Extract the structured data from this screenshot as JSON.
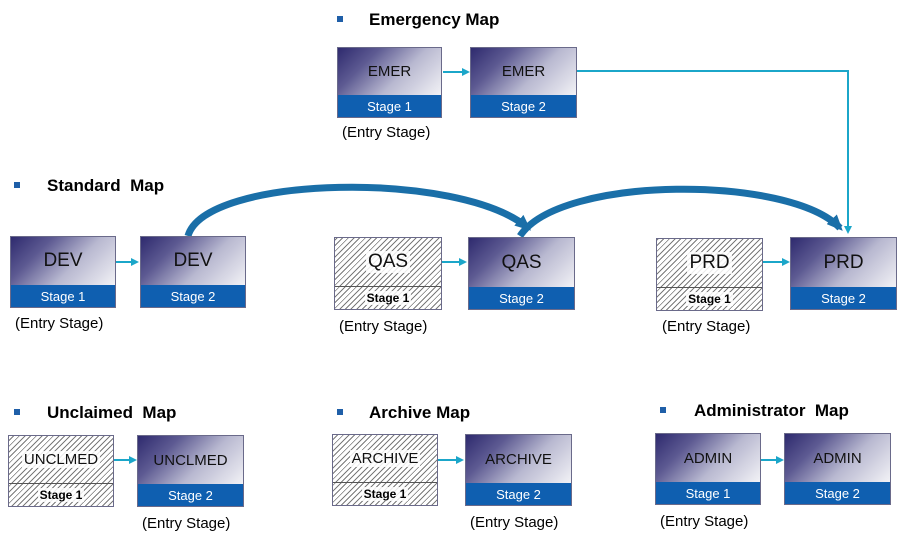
{
  "colors": {
    "arrow": "#1ba6c9",
    "stage_bar": "#0f5fb0"
  },
  "maps": {
    "emergency": {
      "title": "Emergency Map",
      "box1": {
        "system": "EMER",
        "stage": "Stage 1"
      },
      "box2": {
        "system": "EMER",
        "stage": "Stage 2"
      },
      "entry": "(Entry Stage)"
    },
    "standard": {
      "title": "Standard  Map",
      "dev1": {
        "system": "DEV",
        "stage": "Stage 1"
      },
      "dev2": {
        "system": "DEV",
        "stage": "Stage 2"
      },
      "dev_entry": "(Entry Stage)",
      "qas1": {
        "system": "QAS",
        "stage": "Stage 1"
      },
      "qas2": {
        "system": "QAS",
        "stage": "Stage 2"
      },
      "qas_entry": "(Entry Stage)",
      "prd1": {
        "system": "PRD",
        "stage": "Stage 1"
      },
      "prd2": {
        "system": "PRD",
        "stage": "Stage 2"
      },
      "prd_entry": "(Entry Stage)"
    },
    "unclaimed": {
      "title": "Unclaimed  Map",
      "box1": {
        "system": "UNCLMED",
        "stage": "Stage 1"
      },
      "box2": {
        "system": "UNCLMED",
        "stage": "Stage 2"
      },
      "entry": "(Entry Stage)"
    },
    "archive": {
      "title": "Archive Map",
      "box1": {
        "system": "ARCHIVE",
        "stage": "Stage 1"
      },
      "box2": {
        "system": "ARCHIVE",
        "stage": "Stage 2"
      },
      "entry": "(Entry Stage)"
    },
    "administrator": {
      "title": "Administrator  Map",
      "box1": {
        "system": "ADMIN",
        "stage": "Stage 1"
      },
      "box2": {
        "system": "ADMIN",
        "stage": "Stage 2"
      },
      "entry": "(Entry Stage)"
    }
  }
}
